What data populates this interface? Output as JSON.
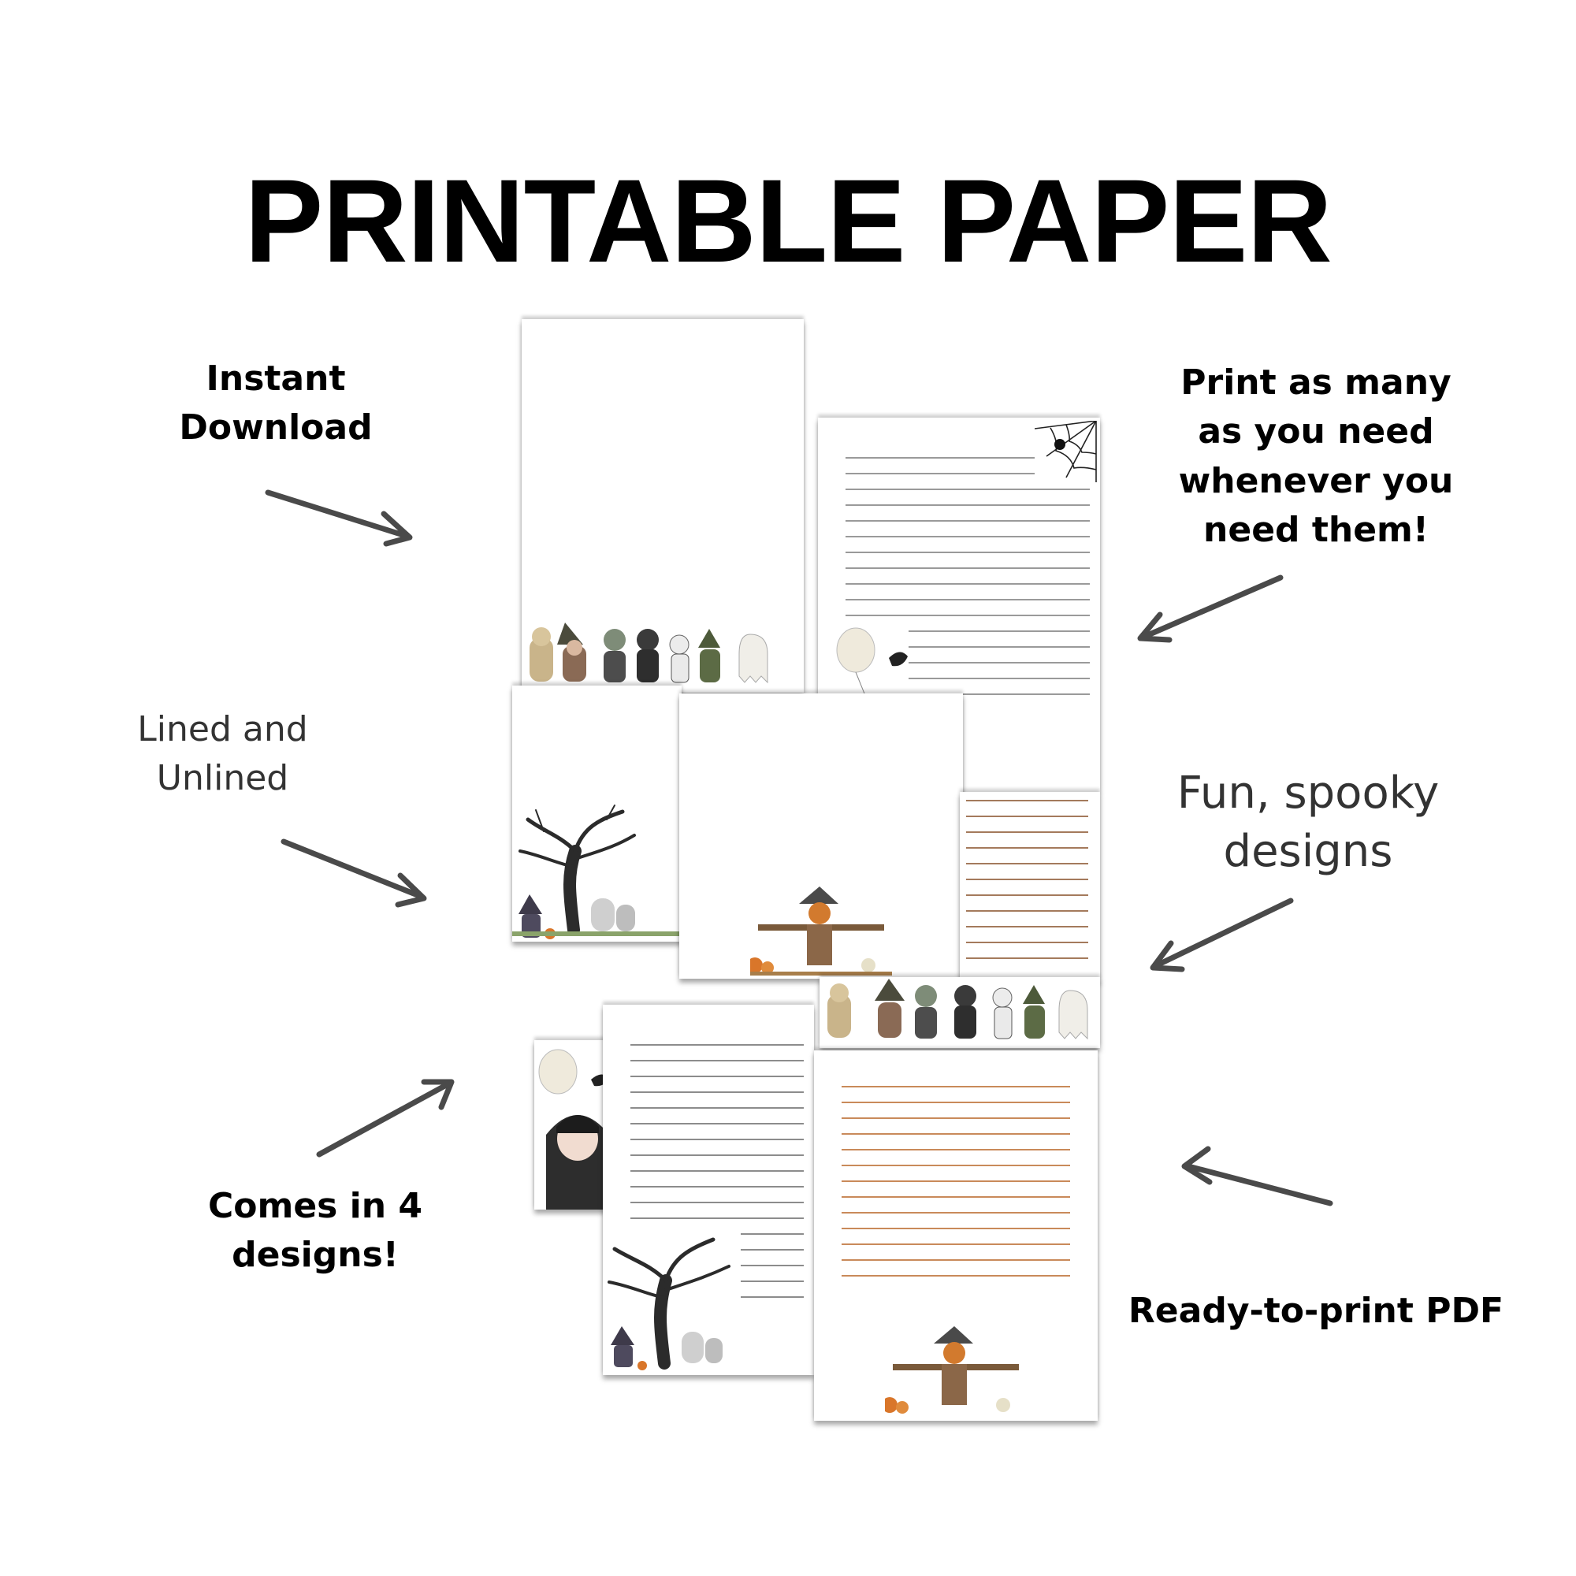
{
  "title": "PRINTABLE PAPER",
  "captions": {
    "instant_download": [
      "Instant",
      "Download"
    ],
    "print_many": [
      "Print as many",
      "as you need",
      "whenever you",
      "need them!"
    ],
    "lined_unlined": [
      "Lined and",
      "Unlined"
    ],
    "fun_spooky": [
      "Fun, spooky",
      "designs"
    ],
    "comes_in": [
      "Comes in 4",
      "designs!"
    ],
    "ready_pdf": [
      "Ready-to-print PDF"
    ]
  },
  "colors": {
    "text": "#000000",
    "arrow": "#4a4a4a",
    "line_gray": "#8c8c8c",
    "line_orange": "#c98a5a",
    "line_brown": "#a47a5c"
  },
  "sheet_artwork": [
    "halloween-characters-border",
    "spider-web-corner",
    "girl-with-balloon-and-crow",
    "spooky-tree-and-tombstones",
    "scarecrow-with-pumpkins"
  ]
}
